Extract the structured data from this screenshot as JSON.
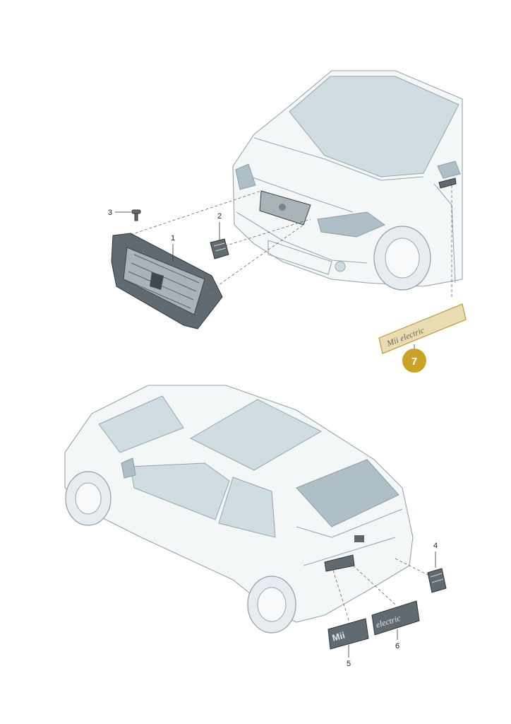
{
  "callouts": {
    "c1": "1",
    "c2": "2",
    "c3": "3",
    "c4": "4",
    "c5": "5",
    "c6": "6",
    "c7": "7"
  },
  "emblems": {
    "mii": "Mii",
    "electric": "electric",
    "mii_electric": "Mii electric"
  },
  "colors": {
    "highlight_badge": "#c9a227",
    "highlight_part": "#e9dcb2"
  }
}
